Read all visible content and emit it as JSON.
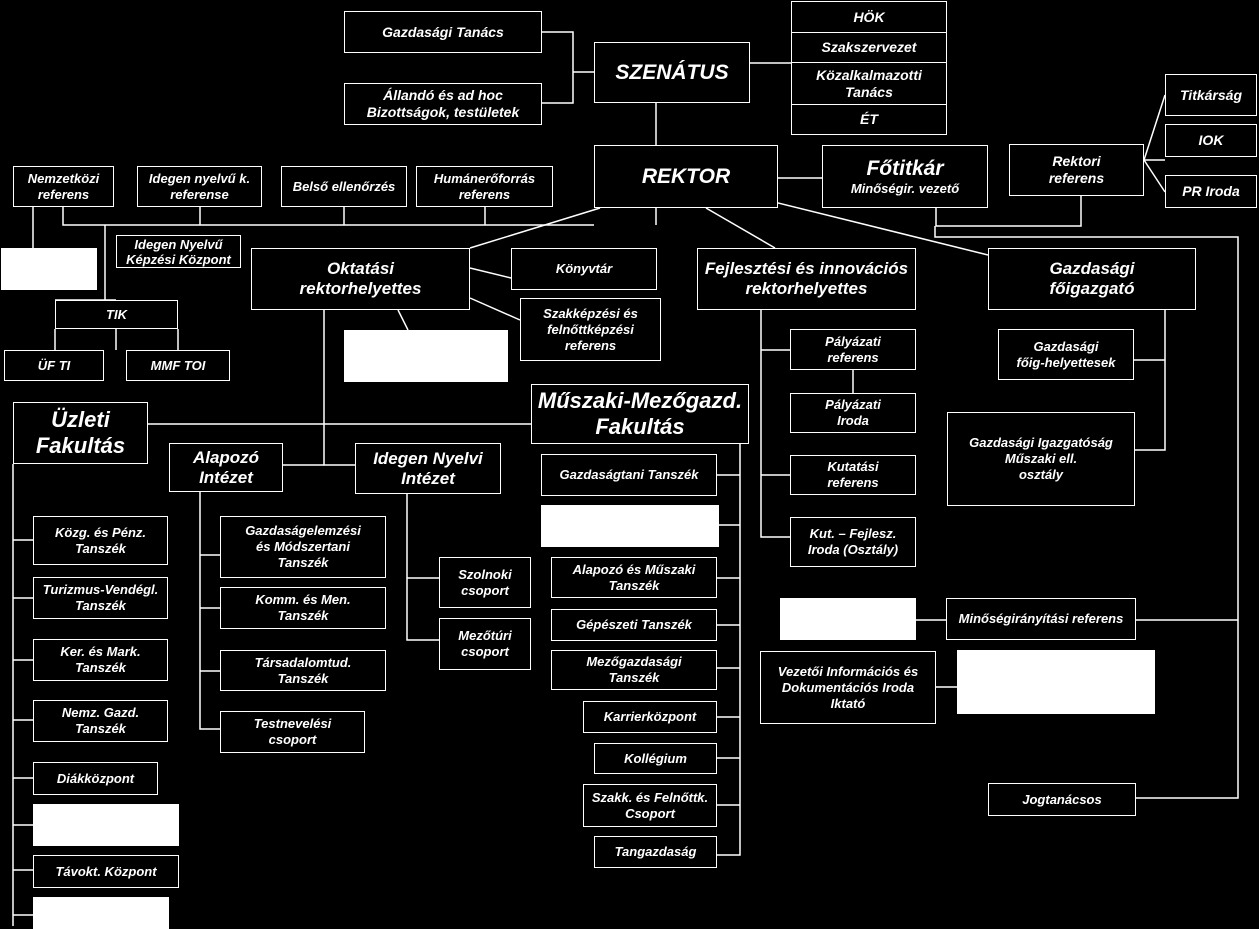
{
  "boxes": {
    "gazdasagi_tanacs": "Gazdasági Tanács",
    "bizottsagok": "Állandó és ad hoc\nBizottságok, testületek",
    "szenatus": "SZENÁTUS",
    "hok": "HÖK",
    "szakszervezet": "Szakszervezet",
    "kozalkalmazotti": "Közalkalmazotti\nTanács",
    "et": "ÉT",
    "titkarsag": "Titkárság",
    "iok": "IOK",
    "pr_iroda": "PR Iroda",
    "rektori_referens": "Rektori\nreferens",
    "rektor": "REKTOR",
    "fotitkar": "Főtitkár",
    "minosegir_vezeto": "Minőségir. vezető",
    "nemzetkozi_referens": "Nemzetközi\nreferens",
    "idegen_nyelvu_referense": "Idegen nyelvű k.\nreferense",
    "belso_ellenorzes": "Belső ellenőrzés",
    "humaneroforras": "Humánerőforrás\nreferens",
    "idegen_nyelvu_kepzesi": "Idegen Nyelvű\nKépzési Központ",
    "tik": "TIK",
    "uf_ti": "ÜF TI",
    "mmf_toi": "MMF TOI",
    "oktatasi_rh": "Oktatási\nrektorhelyettes",
    "konyvtar": "Könyvtár",
    "szakkepzesi_referens": "Szakképzési és\nfelnőttképzési\nreferens",
    "fejlesztesi_rh": "Fejlesztési és innovációs\nrektorhelyettes",
    "gazdasagi_foigazgato": "Gazdasági\nfőigazgató",
    "palyazati_referens": "Pályázati\nreferens",
    "palyazati_iroda": "Pályázati\nIroda",
    "kutatasi_referens": "Kutatási\nreferens",
    "kut_fejl_iroda": "Kut. – Fejlesz.\nIroda (Osztály)",
    "gazdasagi_foig_helyettesek": "Gazdasági\nfőig-helyettesek",
    "gazdasagi_igazgatosag": "Gazdasági Igazgatóság\nMűszaki ell.\nosztály",
    "minosegiranyitasi_referens": "Minőségirányítási referens",
    "vezetoi_informacios": "Vezetői Információs és\nDokumentációs Iroda\nIktató",
    "jogtanacsos": "Jogtanácsos",
    "uzleti_fakultas": "Üzleti\nFakultás",
    "muszaki_fakultas": "Műszaki-Mezőgazd.\nFakultás",
    "alapozo_intezet": "Alapozó\nIntézet",
    "idegen_nyelvi_intezet": "Idegen Nyelvi\nIntézet",
    "kozg_penz": "Közg. és Pénz.\nTanszék",
    "turizmus": "Turizmus-Vendégl.\nTanszék",
    "ker_mark": "Ker. és Mark.\nTanszék",
    "nemz_gazd": "Nemz. Gazd.\nTanszék",
    "diakkozpont": "Diákközpont",
    "tavokt_kozpont": "Távokt. Központ",
    "gazdasagelemzesi": "Gazdaságelemzési\nés Módszertani\nTanszék",
    "komm_men": "Komm. és Men.\nTanszék",
    "tarsadalomtud": "Társadalomtud.\nTanszék",
    "testnevelesi": "Testnevelési\ncsoport",
    "szolnoki_csoport": "Szolnoki\ncsoport",
    "mezoturi_csoport": "Mezőtúri\ncsoport",
    "gazdasagtani": "Gazdaságtani Tanszék",
    "alapozo_muszaki": "Alapozó és Műszaki\nTanszék",
    "gepeszeti": "Gépészeti Tanszék",
    "mezogazdasagi": "Mezőgazdasági\nTanszék",
    "karrierkozpont": "Karrierközpont",
    "kollegium": "Kollégium",
    "szakk_felnottk": "Szakk. és Felnőttk.\nCsoport",
    "tangazdasag": "Tangazdaság"
  }
}
